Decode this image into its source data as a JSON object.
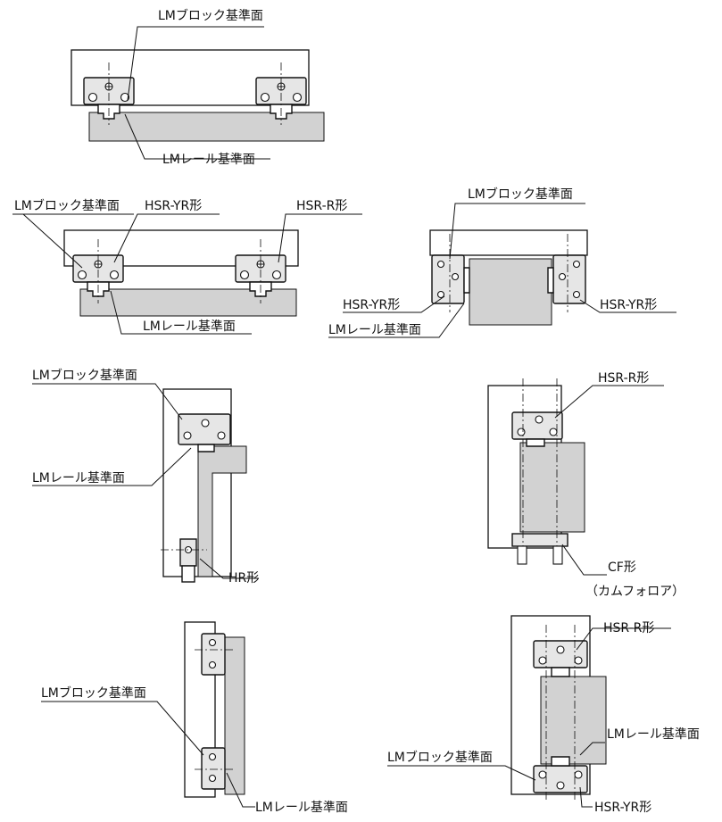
{
  "labels": {
    "lm_block_ref": "LMブロック基準面",
    "lm_rail_ref": "LMレール基準面",
    "hsr_yr": "HSR-YR形",
    "hsr_r": "HSR-R形",
    "hr": "HR形",
    "cf": "CF形",
    "cam_follower": "（カムフォロア）"
  }
}
